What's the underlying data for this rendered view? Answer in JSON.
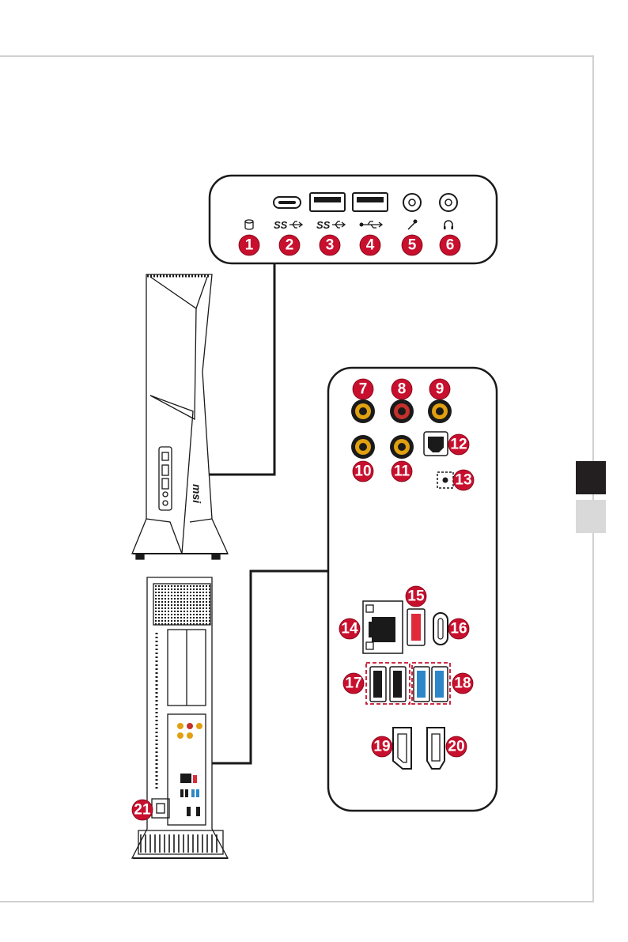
{
  "colors": {
    "badge_red": "#c8102e",
    "usb_blue": "#2d86c8",
    "usb_red": "#e02a3a",
    "jack_amber": "#e0a010",
    "jack_red": "#c4302b",
    "tab_dark": "#231f20",
    "tab_light": "#d9d9d9",
    "page_border": "#d0d0d0"
  },
  "front_panel": {
    "port_icons": [
      "hdd-led-icon",
      "usb-superspeed-icon",
      "usb-superspeed-icon",
      "usb-icon",
      "microphone-icon",
      "headphone-icon"
    ],
    "icon_labels": [
      "",
      "SS",
      "SS",
      "",
      "",
      ""
    ],
    "badges": [
      "1",
      "2",
      "3",
      "4",
      "5",
      "6"
    ]
  },
  "rear_panel": {
    "badges": [
      "7",
      "8",
      "9",
      "10",
      "11",
      "12",
      "13",
      "14",
      "15",
      "16",
      "17",
      "18",
      "19",
      "20"
    ]
  },
  "chassis": {
    "brand_logo": "msi",
    "power_badge": "21"
  }
}
